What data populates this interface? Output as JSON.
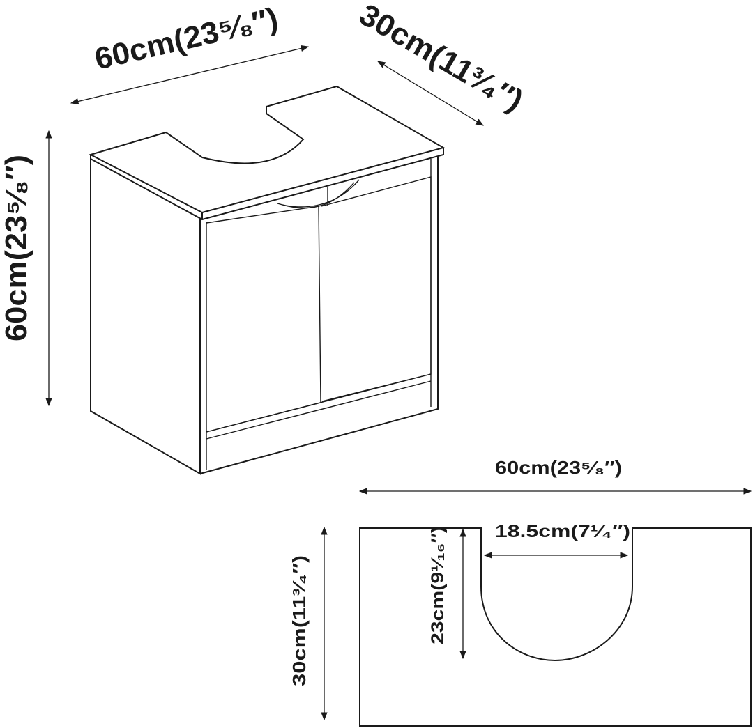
{
  "cabinet_view": {
    "width_label": "60cm(23⁵⁄₈″)",
    "depth_label": "30cm(11³⁄₄″)",
    "height_label": "60cm(23⁵⁄₈″)"
  },
  "top_view": {
    "width_label": "60cm(23⁵⁄₈″)",
    "depth_label": "30cm(11³⁄₄″)",
    "cutout_width_label": "18.5cm(7¹⁄₄″)",
    "cutout_depth_label": "23cm(9¹⁄₁₆″)"
  },
  "colors": {
    "line": "#1a1a1a",
    "background": "#ffffff"
  }
}
